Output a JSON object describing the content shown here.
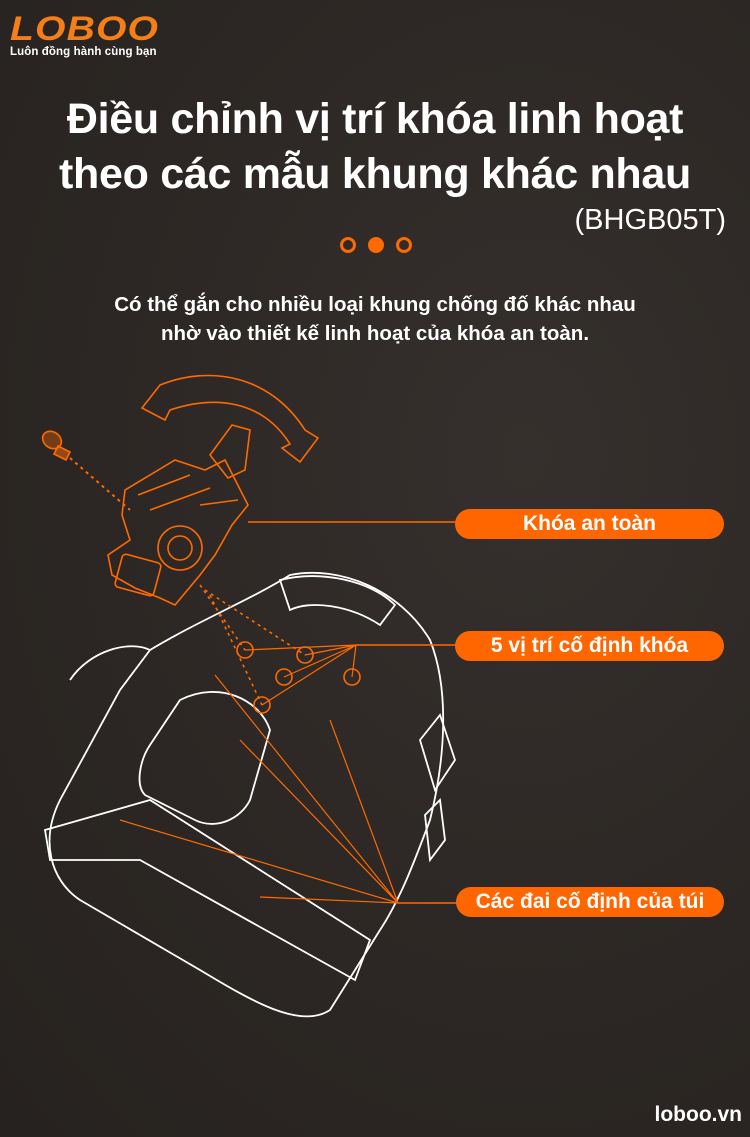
{
  "brand": {
    "logo": "LOBOO",
    "tagline": "Luôn đồng hành cùng bạn",
    "accent_color": "#ff6600",
    "background_color": "#2c2724"
  },
  "heading": {
    "line1": "Điều chỉnh vị trí khóa linh hoạt",
    "line2": "theo các mẫu khung khác nhau",
    "model": "(BHGB05T)"
  },
  "pagination": {
    "count": 3,
    "active_index": 1
  },
  "description": {
    "line1": "Có thể gắn cho nhiều loại khung chống đố khác nhau",
    "line2": "nhờ vào thiết kế linh hoạt của khóa an toàn."
  },
  "callouts": [
    {
      "label": "Khóa an toàn"
    },
    {
      "label": "5 vị trí cố định khóa"
    },
    {
      "label": "Các đai cố định của túi"
    }
  ],
  "illustration": {
    "icons": [
      "rotate-arrow-icon",
      "screw-icon",
      "safety-lock-icon",
      "bag-outline-icon"
    ]
  },
  "footer": {
    "website": "loboo.vn"
  }
}
